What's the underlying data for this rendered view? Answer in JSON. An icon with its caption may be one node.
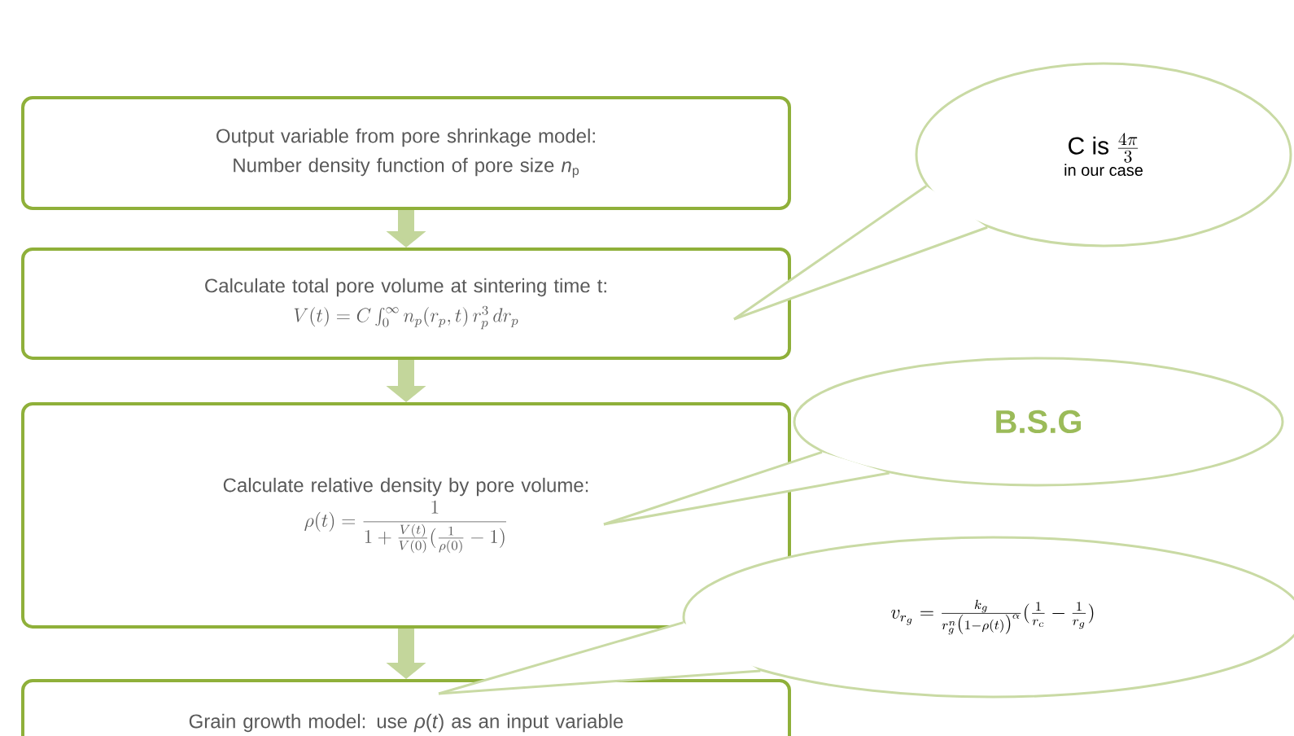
{
  "diagram": {
    "nodes": [
      {
        "text": [
          "Output variable from pore shrinkage model:",
          "Number density function of pore size *n*$_{p}$"
        ]
      },
      {
        "text": [
          "Calculate total pore volume at sintering time t:",
          "V(t) = C\\int_0^{\\infty} n_p(r_p,t)\\,r_p^3\\,dr_p"
        ]
      },
      {
        "text": [
          "Calculate relative density by pore volume:",
          "\\rho(t) = \\frac{1}{1+\\frac{V(t)}{V(0)}(\\frac{1}{\\rho(0)}-1)}"
        ]
      },
      {
        "text": [
          "Grain growth model: use *ρ*(*t*) as an input variable"
        ]
      },
      {
        "text": [
          "C is",
          "\\frac{4\\pi}{3}",
          "in our case"
        ]
      },
      {
        "text": [
          "B.S.G"
        ]
      },
      {
        "text": [
          "v_{r_g} = \\frac{k_g}{r_g^n\\big(1-\\rho(t)\\big)^{\\alpha}}(\\frac{1}{r_c}-\\frac{1}{r_g})"
        ]
      }
    ],
    "edges": [
      {
        "from": 0,
        "to": 1,
        "arrow": "to",
        "style": "thick"
      },
      {
        "from": 1,
        "to": 2,
        "arrow": "to",
        "style": "thick"
      },
      {
        "from": 2,
        "to": 3,
        "arrow": "to",
        "style": "thick"
      },
      {
        "from": 4,
        "to": 1,
        "arrow": "none"
      },
      {
        "from": 5,
        "to": 2,
        "arrow": "none"
      },
      {
        "from": 6,
        "to": 3,
        "arrow": "none"
      }
    ]
  }
}
